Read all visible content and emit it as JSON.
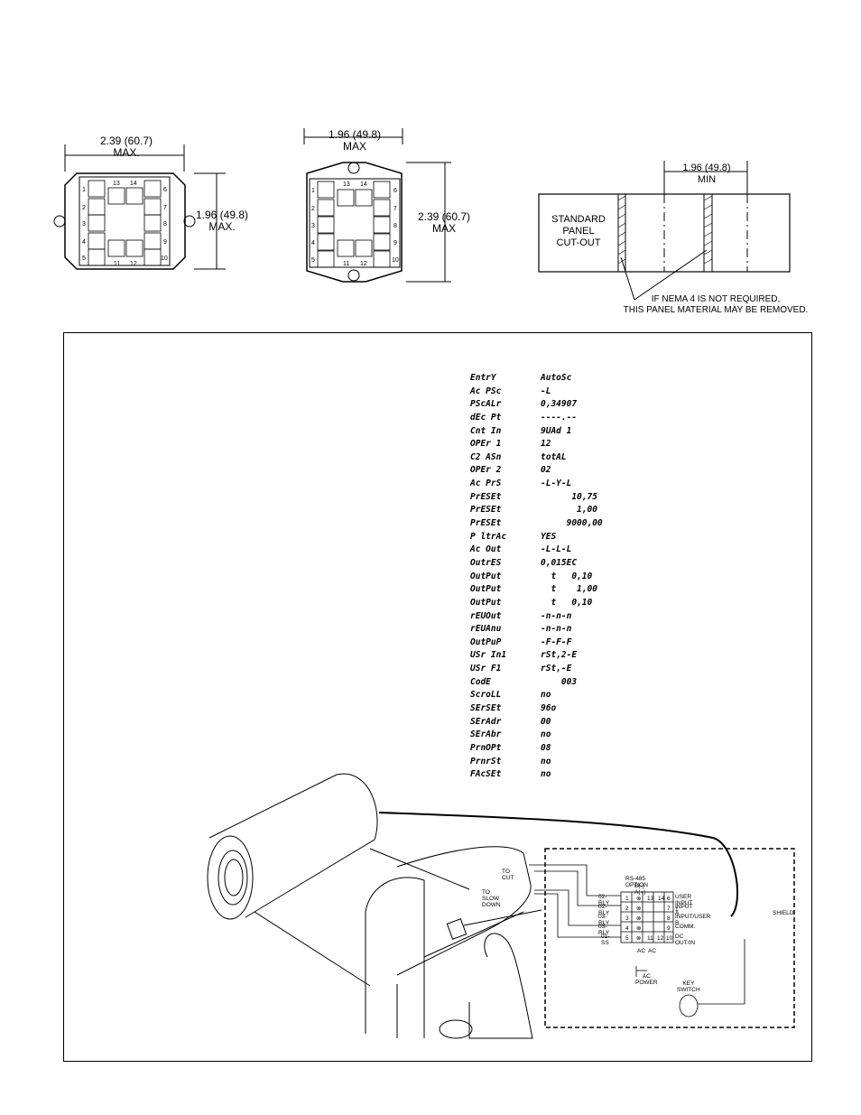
{
  "dims": {
    "front_width": "2.39 (60.7)",
    "front_width_max": "MAX.",
    "front_height": "1.96 (49.8)",
    "front_height_max": "MAX.",
    "rear_width": "1.96 (49.8)",
    "rear_width_max": "MAX",
    "rear_height": "2.39 (60.7)",
    "rear_height_max": "MAX",
    "cutout_min": "1.96 (49.8)",
    "cutout_min_label": "MIN",
    "cutout_label": [
      "STANDARD",
      "PANEL",
      "CUT-OUT"
    ],
    "nema_note_1": "IF NEMA 4 IS NOT REQUIRED,",
    "nema_note_2": "THIS PANEL MATERIAL MAY BE REMOVED."
  },
  "terminals": {
    "left": [
      "1",
      "2",
      "3",
      "4",
      "5"
    ],
    "right": [
      "6",
      "7",
      "8",
      "9",
      "10"
    ],
    "top": [
      "13",
      "14"
    ],
    "bottom": [
      "11",
      "12"
    ]
  },
  "program": [
    {
      "key": "EntrY",
      "val": "AutoSc"
    },
    {
      "key": "Ac PSc",
      "val": "-L"
    },
    {
      "key": "PScALr",
      "val": "0,34907"
    },
    {
      "key": "dEc Pt",
      "val": "----.--"
    },
    {
      "key": "Cnt In",
      "val": "9UAd 1"
    },
    {
      "key": "OPEr 1",
      "val": "12"
    },
    {
      "key": "C2 ASn",
      "val": "totAL"
    },
    {
      "key": "OPEr 2",
      "val": "02"
    },
    {
      "key": "Ac PrS",
      "val": "-L-Y-L"
    },
    {
      "key": "PrESEt",
      "val": "      10,75"
    },
    {
      "key": "PrESEt",
      "val": "       1,00"
    },
    {
      "key": "PrESEt",
      "val": "     9000,00"
    },
    {
      "key": "P ltrAc",
      "val": "YES"
    },
    {
      "key": "Ac Out",
      "val": "-L-L-L"
    },
    {
      "key": "OutrES",
      "val": "0,015EC"
    },
    {
      "key": "OutPut",
      "val": "  t   0,10"
    },
    {
      "key": "OutPut",
      "val": "  t    1,00"
    },
    {
      "key": "OutPut",
      "val": "  t   0,10"
    },
    {
      "key": "rEUOut",
      "val": "-n-n-n"
    },
    {
      "key": "rEUAnu",
      "val": "-n-n-n"
    },
    {
      "key": "OutPuP",
      "val": "-F-F-F"
    },
    {
      "key": "USr In1",
      "val": "rSt,2-E"
    },
    {
      "key": "USr F1",
      "val": "rSt,-E"
    },
    {
      "key": "CodE",
      "val": "    003"
    },
    {
      "key": "ScroLL",
      "val": "no"
    },
    {
      "key": "SErSEt",
      "val": "96o"
    },
    {
      "key": "SErAdr",
      "val": "00"
    },
    {
      "key": "SErAbr",
      "val": "no"
    },
    {
      "key": "PrnOPt",
      "val": "08"
    },
    {
      "key": "PrnrSt",
      "val": "no"
    },
    {
      "key": "FAcSEt",
      "val": "no"
    }
  ],
  "wiring": {
    "to_cut": "TO CUT",
    "to_slow": "TO SLOW DOWN",
    "rs485": "RS-485 OPTION",
    "rs485_ab": "B(-) A(+)",
    "relays": [
      "02-RLY",
      "02-RLY",
      "03-RLY",
      "03-RLY",
      "01-SS"
    ],
    "inputs": [
      "USER INPUT 1",
      "INPUT A",
      "INPUT/USER B",
      "COMM.",
      "DC OUT/IN"
    ],
    "shield": "SHIELD",
    "ac": "AC",
    "ac_power": [
      "AC",
      "POWER"
    ],
    "key_switch": [
      "KEY",
      "SWITCH"
    ]
  }
}
